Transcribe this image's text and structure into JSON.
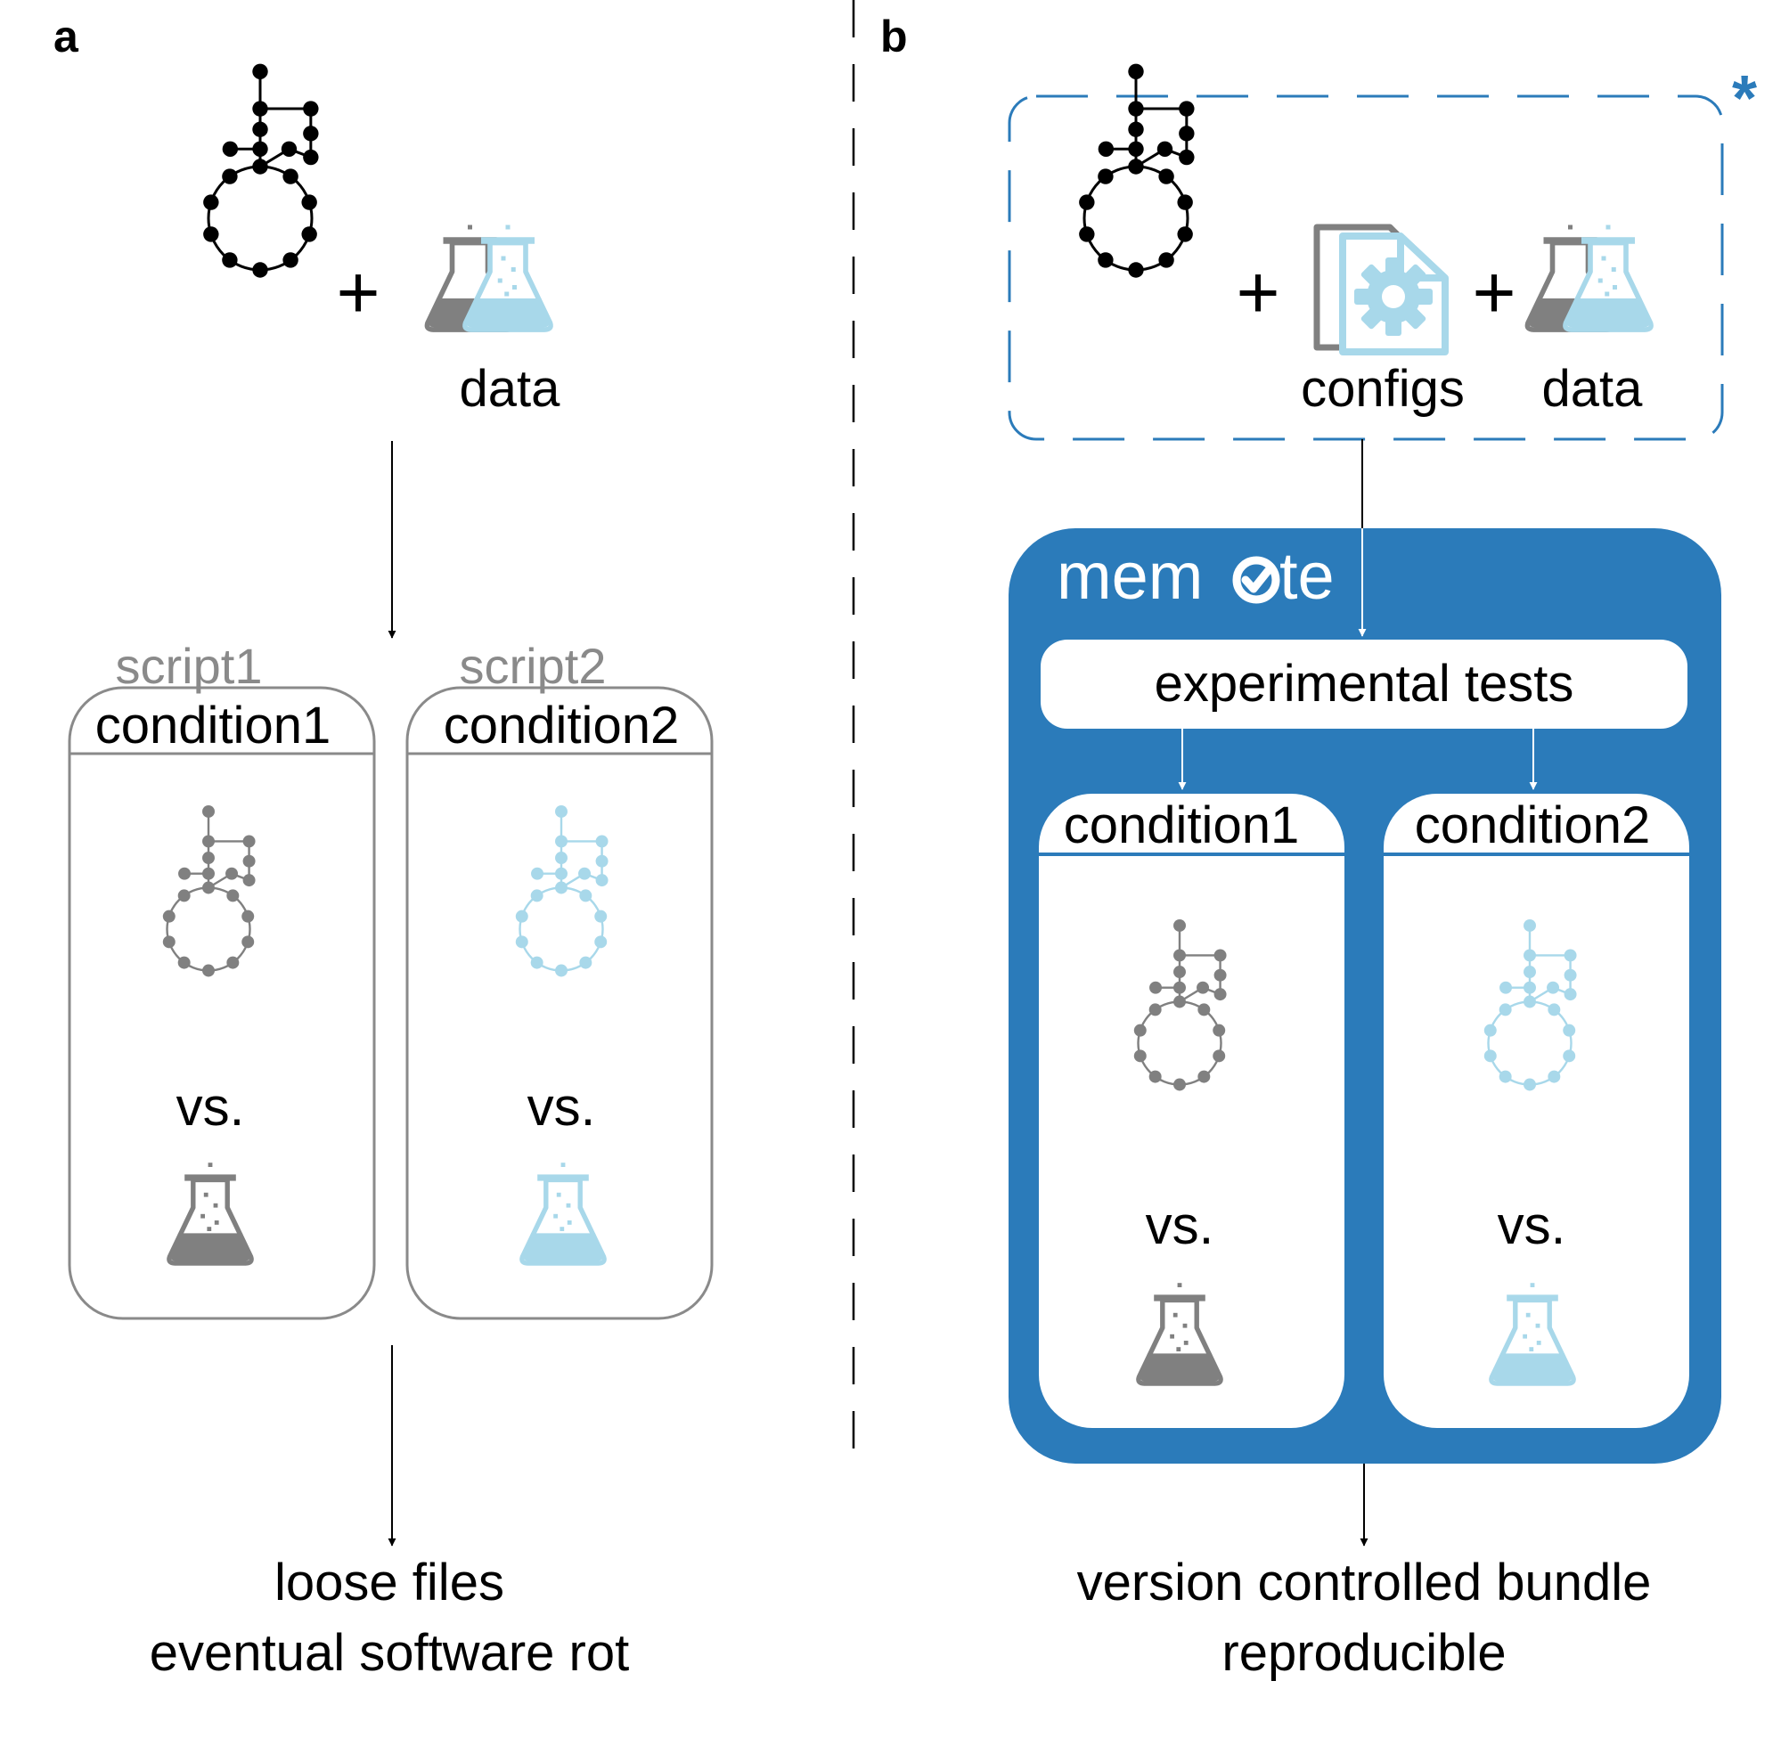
{
  "panel_a": {
    "letter": "a",
    "plus": "+",
    "data_label": "data",
    "conditions": [
      {
        "script": "script1",
        "title": "condition1",
        "vs": "vs."
      },
      {
        "script": "script2",
        "title": "condition2",
        "vs": "vs."
      }
    ],
    "outcome_line1": "loose files",
    "outcome_line2": "eventual software rot"
  },
  "panel_b": {
    "letter": "b",
    "asterisk": "*",
    "plus1": "+",
    "plus2": "+",
    "configs_label": "configs",
    "data_label": "data",
    "logo_prefix": "mem",
    "logo_suffix": "te",
    "tests_label": "experimental tests",
    "conditions": [
      {
        "title": "condition1",
        "vs": "vs."
      },
      {
        "title": "condition2",
        "vs": "vs."
      }
    ],
    "outcome_line1": "version controlled bundle",
    "outcome_line2": "reproducible"
  },
  "colors": {
    "black": "#000000",
    "gray": "#808080",
    "light_blue": "#a8d8ea",
    "memote_blue": "#2b7bba",
    "box_gray": "#8a8a8a"
  },
  "icons": [
    "network-icon",
    "flask-icon",
    "config-file-icon",
    "memote-check-icon"
  ]
}
